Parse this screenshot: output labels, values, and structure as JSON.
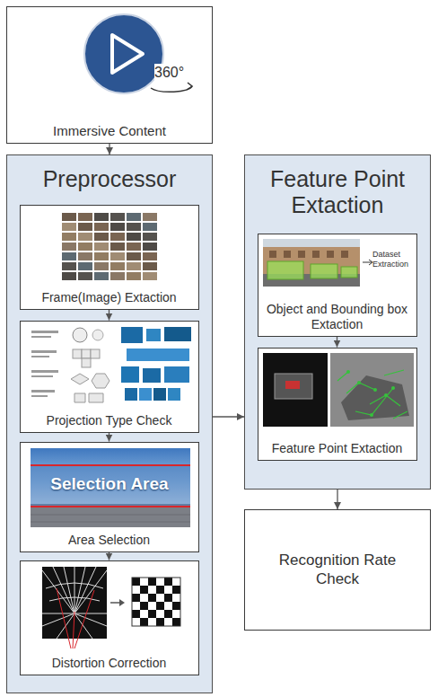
{
  "diagram": {
    "nodes": [
      {
        "text": [
          "Immersive Content"
        ]
      },
      {
        "text": [
          "Preprocessor"
        ]
      },
      {
        "text": [
          "Frame(Image) Extaction"
        ],
        "in": 1
      },
      {
        "text": [
          "Projection Type Check"
        ],
        "in": 1
      },
      {
        "text": [
          "Area Selection"
        ],
        "in": 1
      },
      {
        "text": [
          "Distortion Correction"
        ],
        "in": 1
      },
      {
        "text": [
          "Feature Point Extaction"
        ]
      },
      {
        "text": [
          "Object and Bounding box Extaction"
        ],
        "in": 6
      },
      {
        "text": [
          "Feature Point Extaction"
        ],
        "in": 6
      },
      {
        "text": [
          "Recognition Rate Check"
        ]
      }
    ],
    "edges": [
      {
        "from": 0,
        "to": 1,
        "arrow": "to"
      },
      {
        "from": 2,
        "to": 3,
        "arrow": "to"
      },
      {
        "from": 3,
        "to": 4,
        "arrow": "to"
      },
      {
        "from": 4,
        "to": 5,
        "arrow": "to"
      },
      {
        "from": 1,
        "to": 6,
        "arrow": "to"
      },
      {
        "from": 7,
        "to": 8,
        "arrow": "to"
      },
      {
        "from": 6,
        "to": 9,
        "arrow": "to"
      }
    ],
    "labels": [
      "360°",
      "Selection Area",
      "Dataset Extraction"
    ]
  }
}
